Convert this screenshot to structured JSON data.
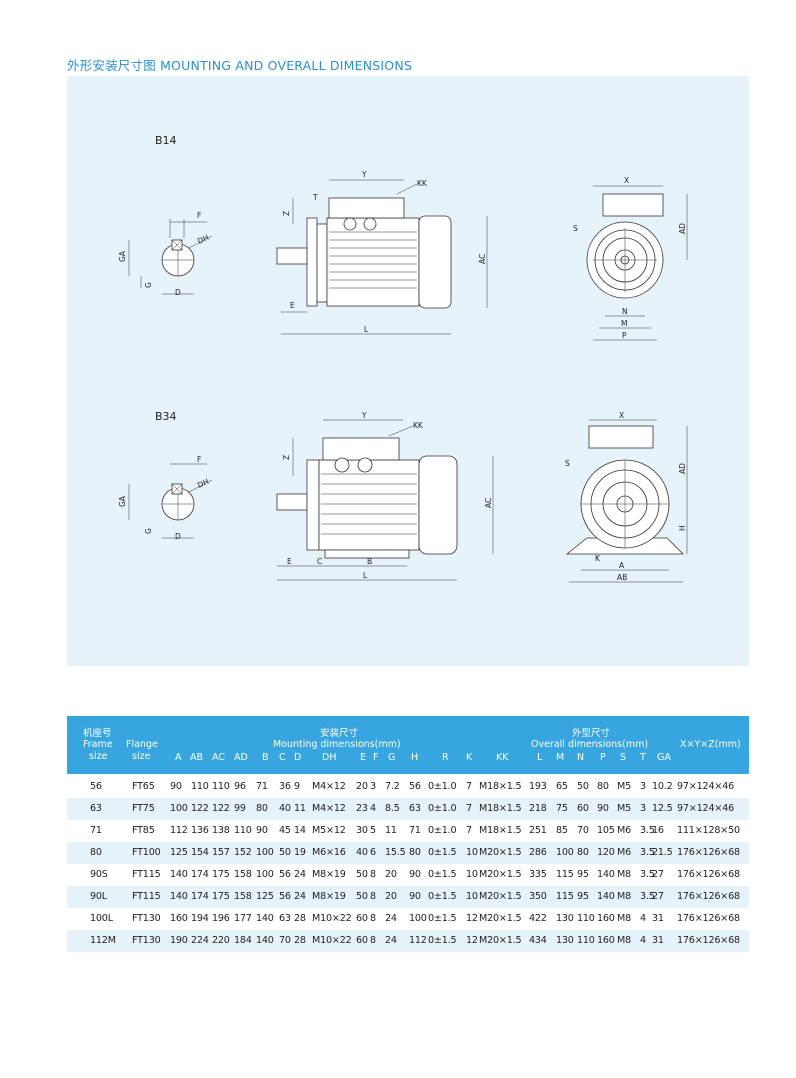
{
  "title": "外形安装尺寸图 MOUNTING AND OVERALL DIMENSIONS",
  "drawings": {
    "b14_label": "B14",
    "b34_label": "B34",
    "labels": {
      "F": "F",
      "GA": "GA",
      "DH": "DH",
      "G": "G",
      "D": "D",
      "Y": "Y",
      "KK": "KK",
      "T": "T",
      "Z": "Z",
      "AC": "AC",
      "E": "E",
      "L": "L",
      "X": "X",
      "AD": "AD",
      "S": "S",
      "N": "N",
      "M": "M",
      "P": "P",
      "C": "C",
      "B": "B",
      "H": "H",
      "K": "K",
      "A": "A",
      "AB": "AB"
    }
  },
  "table": {
    "header": {
      "frame_cn": "机座号",
      "frame_en": "Frame",
      "frame_size": "size",
      "flange": "Flange",
      "flange_size": "size",
      "mounting_cn": "安装尺寸",
      "mounting_en": "Mounting dimensions(mm)",
      "overall_cn": "外型尺寸",
      "overall_en": "Overall  dimensions(mm)",
      "xyz": "X×Y×Z(mm)",
      "cols": [
        "A",
        "AB",
        "AC",
        "AD",
        "B",
        "C",
        "D",
        "DH",
        "E",
        "F",
        "G",
        "H",
        "R",
        "K",
        "KK",
        "L",
        "M",
        "N",
        "P",
        "S",
        "T",
        "GA"
      ]
    },
    "rows": [
      [
        "56",
        "FT65",
        "90",
        "110",
        "110",
        "96",
        "71",
        "36",
        "9",
        "M4×12",
        "20",
        "3",
        "7.2",
        "56",
        "0±1.0",
        "7",
        "M18×1.5",
        "193",
        "65",
        "50",
        "80",
        "M5",
        "3",
        "10.2",
        "97×124×46"
      ],
      [
        "63",
        "FT75",
        "100",
        "122",
        "122",
        "99",
        "80",
        "40",
        "11",
        "M4×12",
        "23",
        "4",
        "8.5",
        "63",
        "0±1.0",
        "7",
        "M18×1.5",
        "218",
        "75",
        "60",
        "90",
        "M5",
        "3",
        "12.5",
        "97×124×46"
      ],
      [
        "71",
        "FT85",
        "112",
        "136",
        "138",
        "110",
        "90",
        "45",
        "14",
        "M5×12",
        "30",
        "5",
        "11",
        "71",
        "0±1.0",
        "7",
        "M18×1.5",
        "251",
        "85",
        "70",
        "105",
        "M6",
        "3.5",
        "16",
        "111×128×50"
      ],
      [
        "80",
        "FT100",
        "125",
        "154",
        "157",
        "152",
        "100",
        "50",
        "19",
        "M6×16",
        "40",
        "6",
        "15.5",
        "80",
        "0±1.5",
        "10",
        "M20×1.5",
        "286",
        "100",
        "80",
        "120",
        "M6",
        "3.5",
        "21.5",
        "176×126×68"
      ],
      [
        "90S",
        "FT115",
        "140",
        "174",
        "175",
        "158",
        "100",
        "56",
        "24",
        "M8×19",
        "50",
        "8",
        "20",
        "90",
        "0±1.5",
        "10",
        "M20×1.5",
        "335",
        "115",
        "95",
        "140",
        "M8",
        "3.5",
        "27",
        "176×126×68"
      ],
      [
        "90L",
        "FT115",
        "140",
        "174",
        "175",
        "158",
        "125",
        "56",
        "24",
        "M8×19",
        "50",
        "8",
        "20",
        "90",
        "0±1.5",
        "10",
        "M20×1.5",
        "350",
        "115",
        "95",
        "140",
        "M8",
        "3.5",
        "27",
        "176×126×68"
      ],
      [
        "100L",
        "FT130",
        "160",
        "194",
        "196",
        "177",
        "140",
        "63",
        "28",
        "M10×22",
        "60",
        "8",
        "24",
        "100",
        "0±1.5",
        "12",
        "M20×1.5",
        "422",
        "130",
        "110",
        "160",
        "M8",
        "4",
        "31",
        "176×126×68"
      ],
      [
        "112M",
        "FT130",
        "190",
        "224",
        "220",
        "184",
        "140",
        "70",
        "28",
        "M10×22",
        "60",
        "8",
        "24",
        "112",
        "0±1.5",
        "12",
        "M20×1.5",
        "434",
        "130",
        "110",
        "160",
        "M8",
        "4",
        "31",
        "176×126×68"
      ]
    ]
  }
}
